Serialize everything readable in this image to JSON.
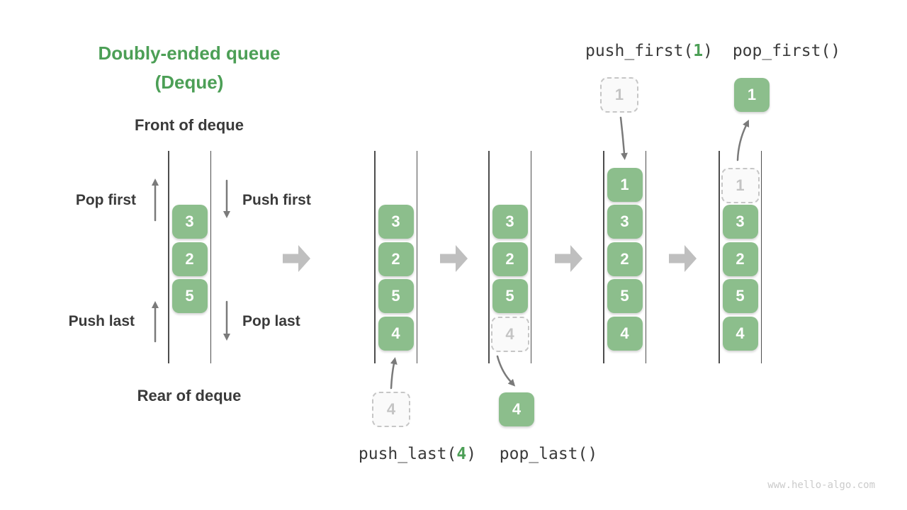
{
  "title": {
    "line1": "Doubly-ended queue",
    "line2": "(Deque)"
  },
  "labels": {
    "front": "Front of deque",
    "rear": "Rear of deque",
    "pop_first": "Pop first",
    "push_first": "Push first",
    "push_last": "Push last",
    "pop_last": "Pop last"
  },
  "operations": {
    "push_last": {
      "prefix": "push_last(",
      "arg": "4",
      "suffix": ")"
    },
    "pop_last": {
      "text": "pop_last()"
    },
    "push_first": {
      "prefix": "push_first(",
      "arg": "1",
      "suffix": ")"
    },
    "pop_first": {
      "text": "pop_first()"
    }
  },
  "queues": [
    {
      "name": "deque-initial",
      "cells": [
        {
          "value": "3"
        },
        {
          "value": "2"
        },
        {
          "value": "5"
        }
      ]
    },
    {
      "name": "deque-after-push-last",
      "cells": [
        {
          "value": "3"
        },
        {
          "value": "2"
        },
        {
          "value": "5"
        },
        {
          "value": "4"
        }
      ]
    },
    {
      "name": "deque-during-pop-last",
      "cells": [
        {
          "value": "3"
        },
        {
          "value": "2"
        },
        {
          "value": "5"
        },
        {
          "value": "4",
          "ghost": true
        }
      ]
    },
    {
      "name": "deque-after-push-first",
      "cells": [
        {
          "value": "1"
        },
        {
          "value": "3"
        },
        {
          "value": "2"
        },
        {
          "value": "5"
        },
        {
          "value": "4"
        }
      ]
    },
    {
      "name": "deque-during-pop-first",
      "cells": [
        {
          "value": "1",
          "ghost": true
        },
        {
          "value": "3"
        },
        {
          "value": "2"
        },
        {
          "value": "5"
        },
        {
          "value": "4"
        }
      ]
    }
  ],
  "external": {
    "push_last_value": "4",
    "pop_last_value": "4",
    "push_first_value": "1",
    "pop_first_value": "1"
  },
  "watermark": "www.hello-algo.com",
  "colors": {
    "accent_green": "#4C9F56",
    "cell_green": "#8CBE8C",
    "ghost_gray": "#C4C4C4",
    "arrow_gray": "#7A7A7A",
    "block_arrow_gray": "#BFBFBF",
    "wall_gray": "#4D4D4D",
    "text_dark": "#3A3A3A",
    "watermark_gray": "#CBCBCB"
  }
}
